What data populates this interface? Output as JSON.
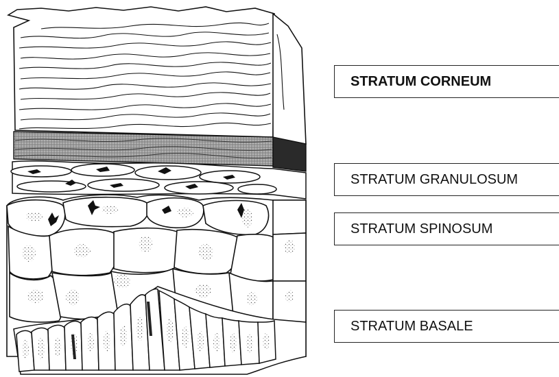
{
  "labels": {
    "corneum": "STRATUM CORNEUM",
    "granulosum": "STRATUM GRANULOSUM",
    "spinosum": "STRATUM SPINOSUM",
    "basale": "STRATUM BASALE"
  },
  "colors": {
    "ink": "#111111",
    "shading": "#8a8a8a",
    "dark_shading": "#2a2a2a",
    "background": "#ffffff"
  }
}
